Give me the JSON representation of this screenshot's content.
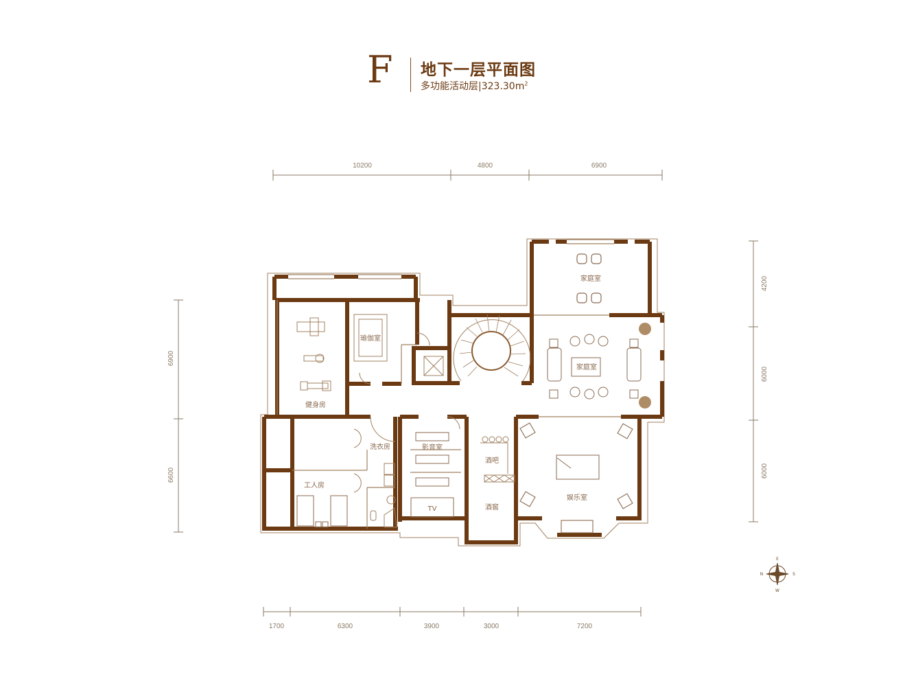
{
  "header": {
    "letter": "F",
    "title": "地下一层平面图",
    "subtitle": "多功能活动层",
    "area": "323.30m",
    "area_sup": "2"
  },
  "dimensions": {
    "top": [
      "10200",
      "4800",
      "6900"
    ],
    "bottom": [
      "1700",
      "6300",
      "3900",
      "3000",
      "7200"
    ],
    "left": [
      "6900",
      "6600"
    ],
    "right": [
      "4200",
      "6000",
      "6000"
    ]
  },
  "rooms": {
    "gym": "健身房",
    "yoga": "瑜伽室",
    "family_top": "家庭室",
    "family_main": "家庭室",
    "laundry": "洗衣房",
    "theater": "影音室",
    "tv": "TV",
    "staff": "工人房",
    "bar": "酒吧",
    "cellar": "酒窖",
    "recreation": "娱乐室"
  },
  "compass": {
    "n": "E",
    "w": "N",
    "e": "S",
    "s": "W"
  },
  "colors": {
    "wall": "#6b3a12",
    "line": "#a08060",
    "dim": "#8a7a66"
  }
}
